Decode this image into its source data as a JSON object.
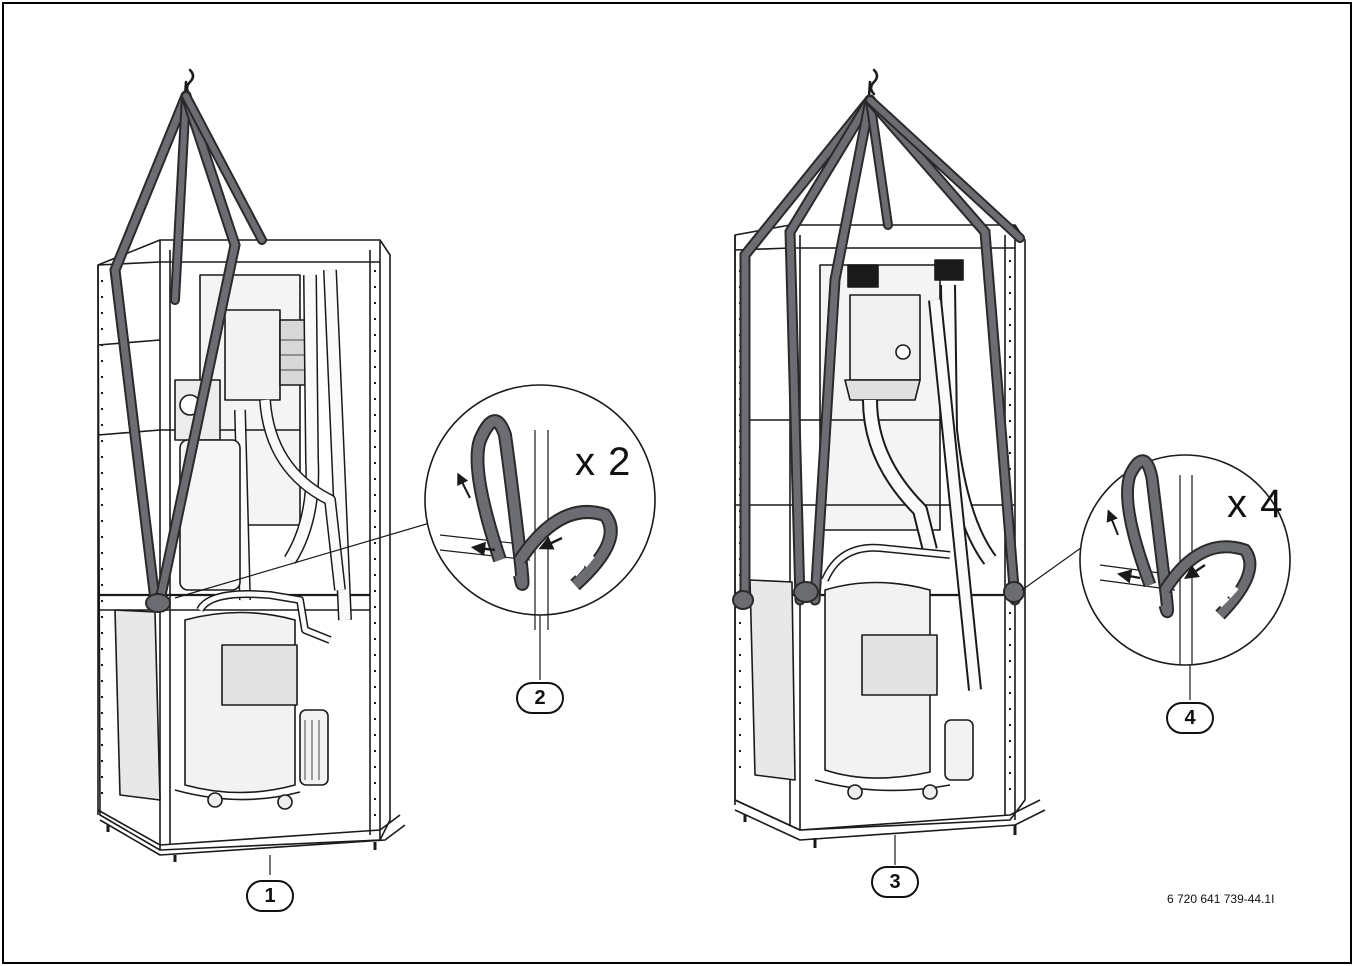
{
  "callouts": {
    "one": "1",
    "two": "2",
    "three": "3",
    "four": "4"
  },
  "detail_left": {
    "multiplier": "x 2"
  },
  "detail_right": {
    "multiplier": "x 4"
  },
  "figure_id": "6 720 641 739-44.1I",
  "colors": {
    "strap": "#6b6d72",
    "strap_edge": "#2a2a2a",
    "line": "#1a1a1a",
    "component_fill": "#f2f2f2",
    "panel_fill": "#e6e6e6"
  }
}
